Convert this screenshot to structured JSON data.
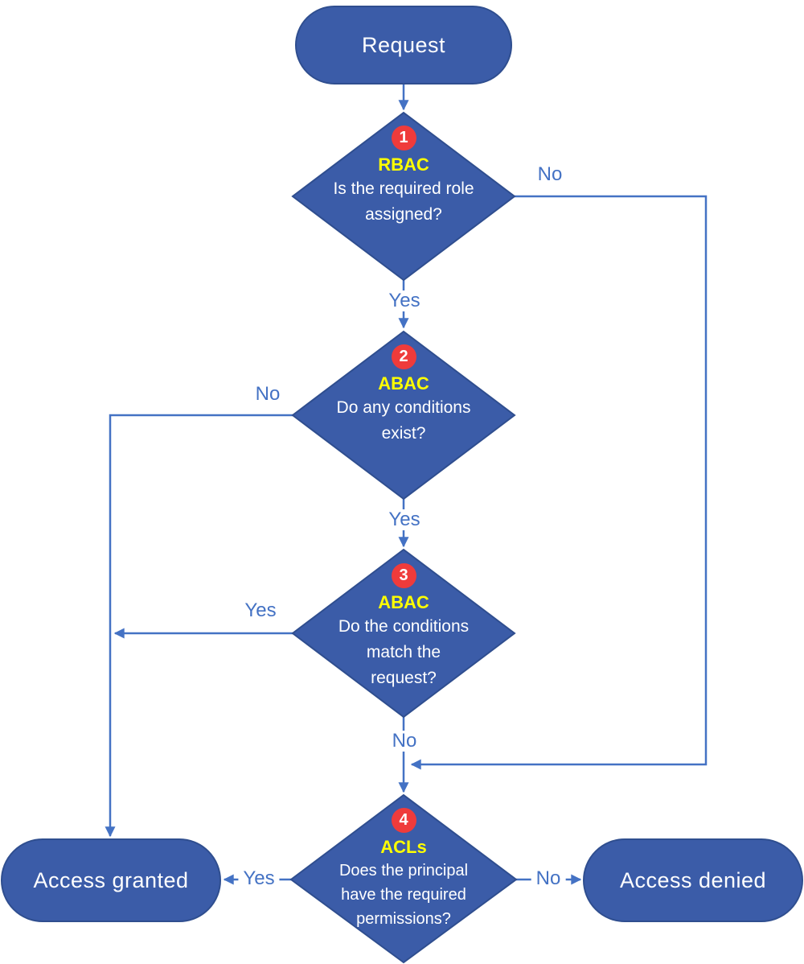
{
  "diagram": {
    "type": "flowchart",
    "topic": "Azure access decision flow (RBAC / ABAC / ACLs)",
    "nodes": {
      "request": {
        "label": "Request"
      },
      "decision1": {
        "step": "1",
        "tag": "RBAC",
        "lines": [
          "Is the required role",
          "assigned?"
        ]
      },
      "decision2": {
        "step": "2",
        "tag": "ABAC",
        "lines": [
          "Do any conditions",
          "exist?"
        ]
      },
      "decision3": {
        "step": "3",
        "tag": "ABAC",
        "lines": [
          "Do the conditions",
          "match the",
          "request?"
        ]
      },
      "decision4": {
        "step": "4",
        "tag": "ACLs",
        "lines": [
          "Does the principal",
          "have the required",
          "permissions?"
        ]
      },
      "granted": {
        "label": "Access granted"
      },
      "denied": {
        "label": "Access denied"
      }
    },
    "edges": {
      "d1_no": {
        "label": "No"
      },
      "d1_yes": {
        "label": "Yes"
      },
      "d2_no": {
        "label": "No"
      },
      "d2_yes": {
        "label": "Yes"
      },
      "d3_yes": {
        "label": "Yes"
      },
      "d3_no": {
        "label": "No"
      },
      "d4_yes": {
        "label": "Yes"
      },
      "d4_no": {
        "label": "No"
      }
    },
    "colors": {
      "node_fill": "#3B5CA8",
      "node_stroke": "#2F4E8F",
      "connector": "#4472C4",
      "edge_label_text": "#4472C4",
      "tag_text": "#FFFF00",
      "badge_fill": "#EF3B3B",
      "node_text": "#FFFFFF",
      "background": "#FFFFFF"
    }
  }
}
